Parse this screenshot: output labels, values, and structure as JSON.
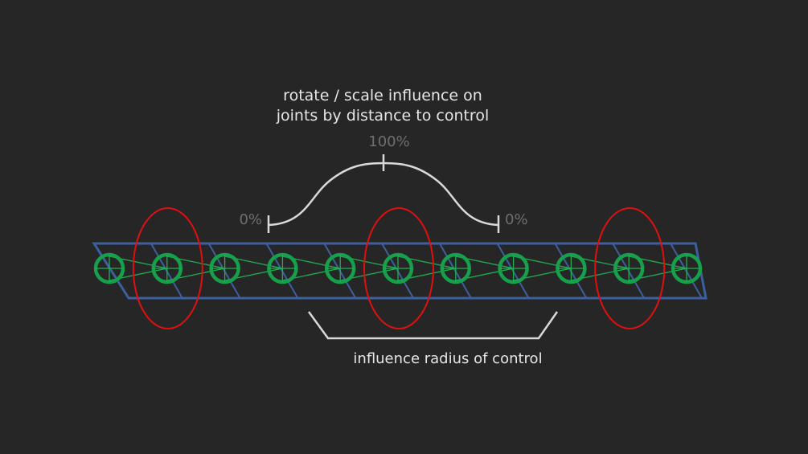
{
  "title_lines": [
    "rotate / scale  influence  on",
    "joints by distance to control"
  ],
  "curve_labels": {
    "peak": "100%",
    "left": "0%",
    "right": "0%"
  },
  "bracket_label": "influence radius of control",
  "joint_count": 11,
  "control_joint_indices": [
    1,
    5,
    9
  ],
  "colors": {
    "background": "#262626",
    "text": "#e6e6e6",
    "muted_text": "#6f6f6f",
    "ribbon": "#3d5f9e",
    "joint": "#16a04c",
    "joint_link": "#1fb050",
    "control": "#e01010",
    "curve": "#d9d9d9"
  }
}
